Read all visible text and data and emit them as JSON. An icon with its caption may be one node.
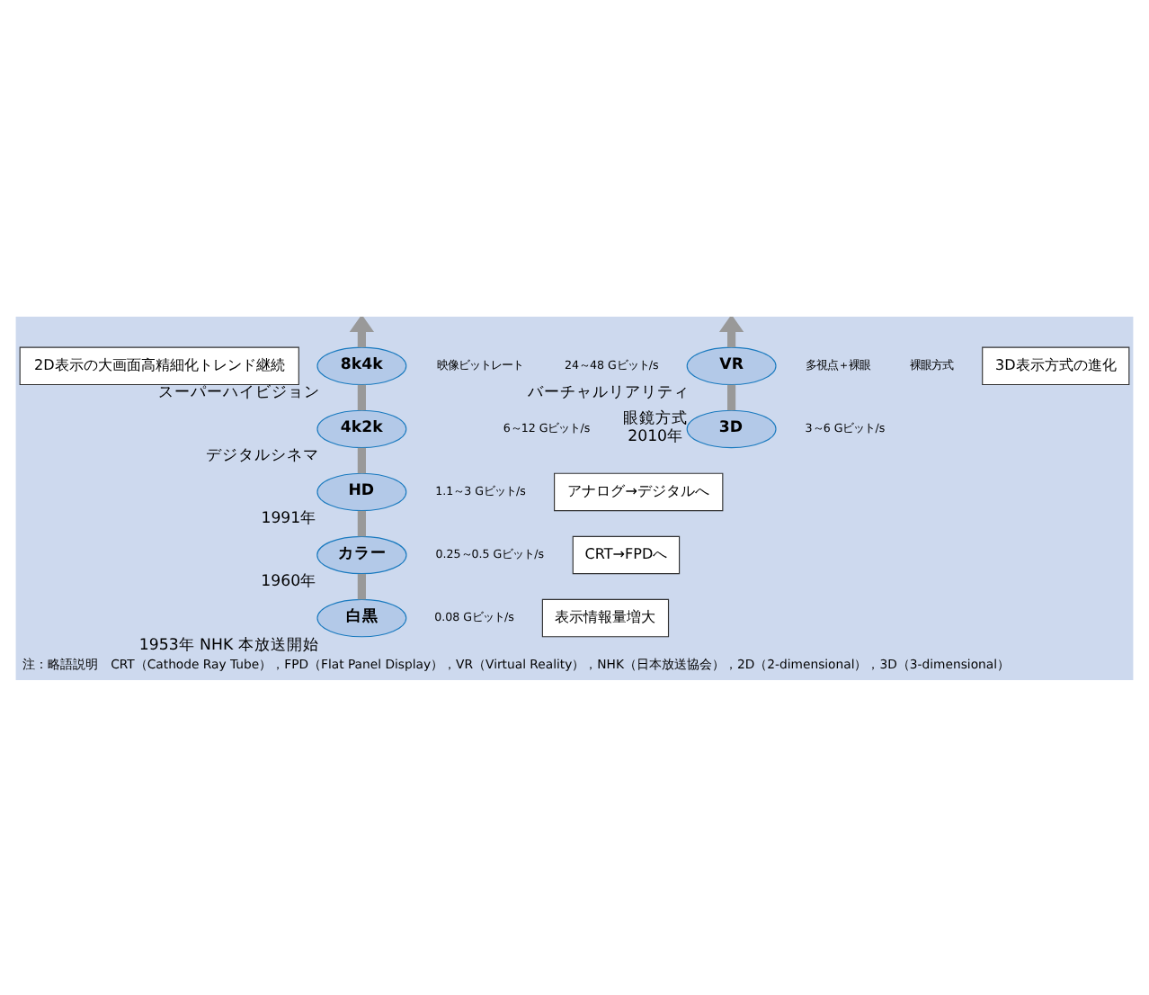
{
  "diagram": {
    "caption": "注：略語説明　CRT（Cathode Ray Tube），FPD（Flat Panel Display），VR（Virtual Reality），NHK（日本放送協会），2D（2-dimensional），3D（3-dimensional）",
    "nodes": [
      {
        "text": [
          "2D表示の大画面高精細化トレンド継続"
        ]
      },
      {
        "text": [
          "CRT→FPDへ"
        ]
      },
      {
        "text": [
          "表示情報量増大"
        ]
      },
      {
        "text": [
          "8k4k"
        ],
        "beside": [
          "スーパーハイビジョン"
        ]
      },
      {
        "text": [
          "4k2k"
        ],
        "beside": [
          "デジタルシネマ"
        ]
      },
      {
        "text": [
          "VR"
        ],
        "beside": [
          "バーチャルリアリティ"
        ]
      },
      {
        "text": [
          "3D"
        ],
        "beside": [
          "眼鏡方式",
          "2010年"
        ]
      },
      {
        "text": [
          "HD"
        ],
        "beside": [
          "1991年"
        ]
      },
      {
        "text": [
          "3D表示方式の進化"
        ]
      },
      {
        "text": [
          "カラー"
        ],
        "beside": [
          "1960年"
        ]
      },
      {
        "text": [
          "アナログ→デジタルへ"
        ]
      },
      {
        "text": [
          "白黒"
        ],
        "beside": [
          "1953年 NHK 本放送開始"
        ]
      }
    ],
    "edges": [
      {
        "from": 11,
        "to": 9,
        "arrow": "none"
      },
      {
        "from": 9,
        "to": 7,
        "arrow": "none"
      },
      {
        "from": 7,
        "to": 4,
        "arrow": "none"
      },
      {
        "from": 4,
        "to": 3,
        "arrow": "none"
      },
      {
        "from": 3,
        "to": null,
        "arrow": "to"
      },
      {
        "from": 6,
        "to": 5,
        "arrow": "none"
      },
      {
        "from": 5,
        "to": null,
        "arrow": "to"
      }
    ],
    "labels": [
      "映像ビットレート",
      "24～48 Gビット/s",
      "6～12 Gビット/s",
      "3～6 Gビット/s",
      "1.1～3 Gビット/s",
      "多視点＋裸眼",
      "裸眼方式",
      "0.25～0.5 Gビット/s",
      "0.08 Gビット/s"
    ]
  }
}
